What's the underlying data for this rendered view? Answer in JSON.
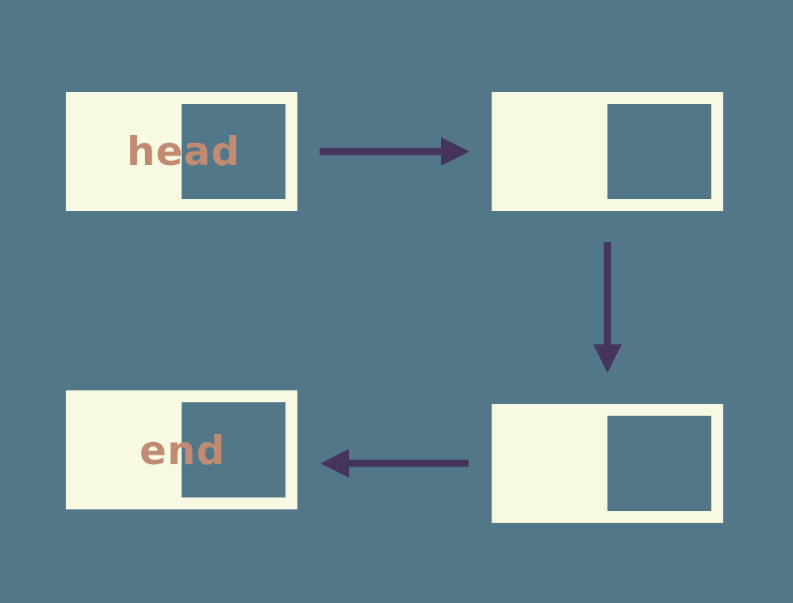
{
  "colors": {
    "background": "#527789",
    "node_fill": "#f7f9e2",
    "pointer_fill": "#527789",
    "arrow": "#45355a",
    "label": "#c08a73"
  },
  "nodes": [
    {
      "id": "node-1",
      "label": "head"
    },
    {
      "id": "node-2",
      "label": ""
    },
    {
      "id": "node-3",
      "label": ""
    },
    {
      "id": "node-4",
      "label": "end"
    }
  ],
  "edges": [
    {
      "from": "node-1",
      "to": "node-2"
    },
    {
      "from": "node-2",
      "to": "node-3"
    },
    {
      "from": "node-3",
      "to": "node-4"
    }
  ]
}
